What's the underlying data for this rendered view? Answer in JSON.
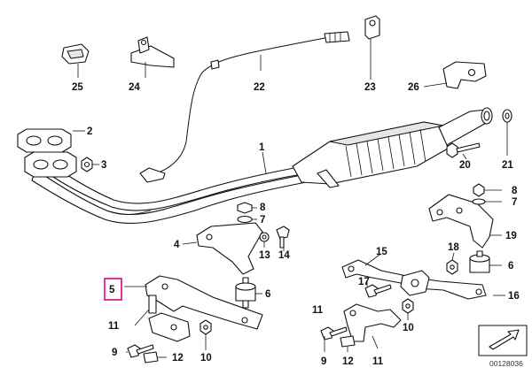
{
  "diagram": {
    "document_id": "00128036",
    "highlighted_callout": "5",
    "highlight_color": "#e8007a",
    "callouts": [
      {
        "id": "c1",
        "label": "1"
      },
      {
        "id": "c2",
        "label": "2"
      },
      {
        "id": "c3",
        "label": "3"
      },
      {
        "id": "c4",
        "label": "4"
      },
      {
        "id": "c5",
        "label": "5"
      },
      {
        "id": "c6a",
        "label": "6"
      },
      {
        "id": "c6b",
        "label": "6"
      },
      {
        "id": "c7a",
        "label": "7"
      },
      {
        "id": "c7b",
        "label": "7"
      },
      {
        "id": "c8a",
        "label": "8"
      },
      {
        "id": "c8b",
        "label": "8"
      },
      {
        "id": "c9a",
        "label": "9"
      },
      {
        "id": "c9b",
        "label": "9"
      },
      {
        "id": "c10a",
        "label": "10"
      },
      {
        "id": "c10b",
        "label": "10"
      },
      {
        "id": "c11a",
        "label": "11"
      },
      {
        "id": "c11b",
        "label": "11"
      },
      {
        "id": "c11c",
        "label": "11"
      },
      {
        "id": "c12a",
        "label": "12"
      },
      {
        "id": "c12b",
        "label": "12"
      },
      {
        "id": "c13",
        "label": "13"
      },
      {
        "id": "c14",
        "label": "14"
      },
      {
        "id": "c15",
        "label": "15"
      },
      {
        "id": "c16",
        "label": "16"
      },
      {
        "id": "c17",
        "label": "17"
      },
      {
        "id": "c18",
        "label": "18"
      },
      {
        "id": "c19",
        "label": "19"
      },
      {
        "id": "c20",
        "label": "20"
      },
      {
        "id": "c21",
        "label": "21"
      },
      {
        "id": "c22",
        "label": "22"
      },
      {
        "id": "c23",
        "label": "23"
      },
      {
        "id": "c24",
        "label": "24"
      },
      {
        "id": "c25",
        "label": "25"
      },
      {
        "id": "c26",
        "label": "26"
      }
    ]
  }
}
